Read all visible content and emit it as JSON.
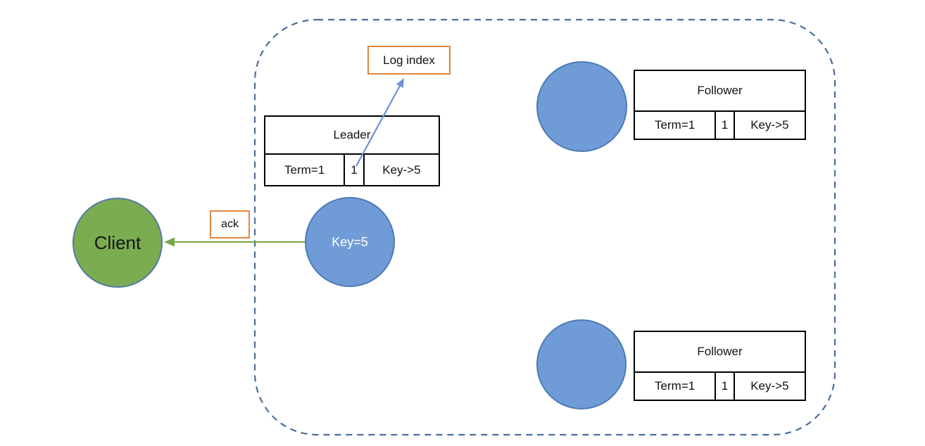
{
  "client": {
    "label": "Client"
  },
  "cluster": {
    "leader_node": {
      "label": "Key=5"
    },
    "leader_table": {
      "title": "Leader",
      "term": "Term=1",
      "index": "1",
      "entry": "Key->5"
    },
    "log_index_callout": {
      "label": "Log index"
    },
    "ack_callout": {
      "label": "ack"
    },
    "followers": [
      {
        "table": {
          "title": "Follower",
          "term": "Term=1",
          "index": "1",
          "entry": "Key->5"
        }
      },
      {
        "table": {
          "title": "Follower",
          "term": "Term=1",
          "index": "1",
          "entry": "Key->5"
        }
      }
    ]
  },
  "colors": {
    "cluster_border": "#4a6e9b",
    "node_blue_fill": "#6f9cd6",
    "node_blue_border": "#4e7bb5",
    "client_green_fill": "#7bac52",
    "client_green_border": "#5578a8",
    "callout_border_orange": "#e2873e",
    "ack_arrow_green": "#76a648",
    "log_index_arrow_blue": "#6a93d8",
    "table_border": "#000000"
  }
}
